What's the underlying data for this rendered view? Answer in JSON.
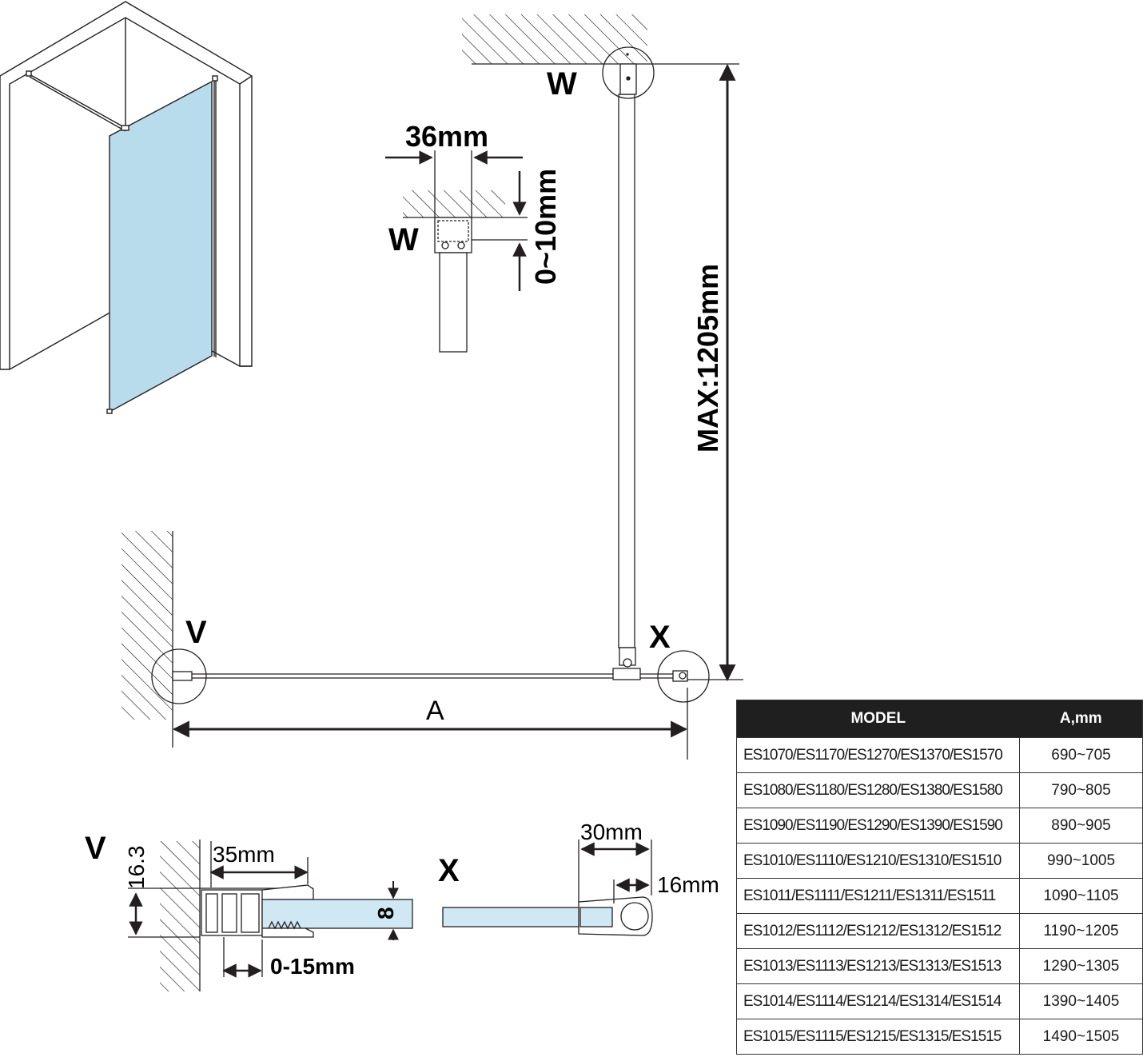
{
  "labels": {
    "w_top": "W",
    "w_detail": "W",
    "v_plan": "V",
    "x_plan": "X",
    "v_detail": "V",
    "x_detail": "X"
  },
  "dimensions": {
    "bracket_width": "36mm",
    "bracket_gap": "0~10mm",
    "max_length": "MAX:1205mm",
    "a": "A",
    "v_height": "16.3",
    "v_width": "35mm",
    "glass": "8",
    "v_adjust": "0-15mm",
    "x_width": "30mm",
    "x_tube": "16mm"
  },
  "colors": {
    "glass": "#cfe8f3",
    "glass_panel": "#b8dcec",
    "line": "#231f20",
    "table_header": "#1f1f1f"
  },
  "table": {
    "headers": [
      "MODEL",
      "A,mm"
    ],
    "rows": [
      {
        "model": "ES1070/ES1170/ES1270/ES1370/ES1570",
        "range": "690~705"
      },
      {
        "model": "ES1080/ES1180/ES1280/ES1380/ES1580",
        "range": "790~805"
      },
      {
        "model": "ES1090/ES1190/ES1290/ES1390/ES1590",
        "range": "890~905"
      },
      {
        "model": "ES1010/ES1110/ES1210/ES1310/ES1510",
        "range": "990~1005"
      },
      {
        "model": "ES1011/ES1111/ES1211/ES1311/ES1511",
        "range": "1090~1105"
      },
      {
        "model": "ES1012/ES1112/ES1212/ES1312/ES1512",
        "range": "1190~1205"
      },
      {
        "model": "ES1013/ES1113/ES1213/ES1313/ES1513",
        "range": "1290~1305"
      },
      {
        "model": "ES1014/ES1114/ES1214/ES1314/ES1514",
        "range": "1390~1405"
      },
      {
        "model": "ES1015/ES1115/ES1215/ES1315/ES1515",
        "range": "1490~1505"
      }
    ]
  }
}
